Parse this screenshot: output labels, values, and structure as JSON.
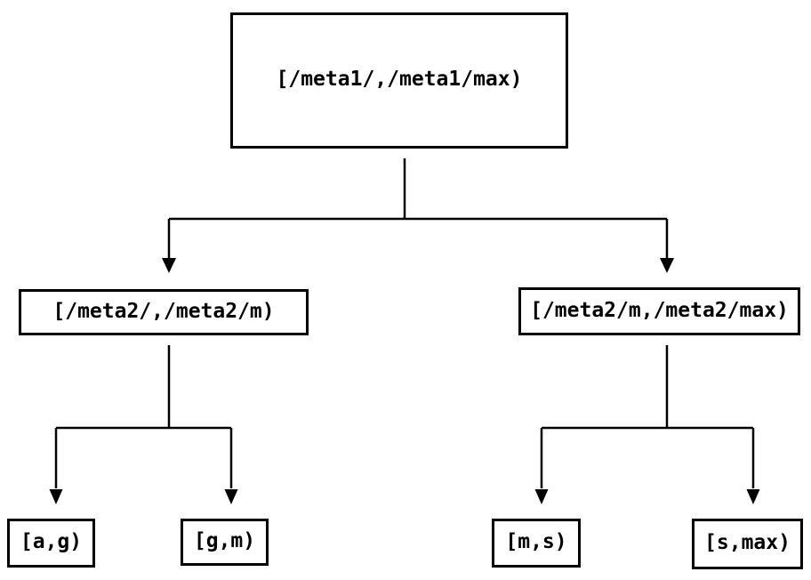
{
  "diagram": {
    "type": "tree",
    "background_color": "#ffffff",
    "line_color": "#000000",
    "text_color": "#000000",
    "nodes": {
      "root": {
        "label": "[/meta1/,/meta1/max)"
      },
      "left_child": {
        "label": "[/meta2/,/meta2/m)"
      },
      "right_child": {
        "label": "[/meta2/m,/meta2/max)"
      },
      "leaf_ag": {
        "label": "[a,g)"
      },
      "leaf_gm": {
        "label": "[g,m)"
      },
      "leaf_ms": {
        "label": "[m,s)"
      },
      "leaf_smax": {
        "label": "[s,max)"
      }
    }
  }
}
